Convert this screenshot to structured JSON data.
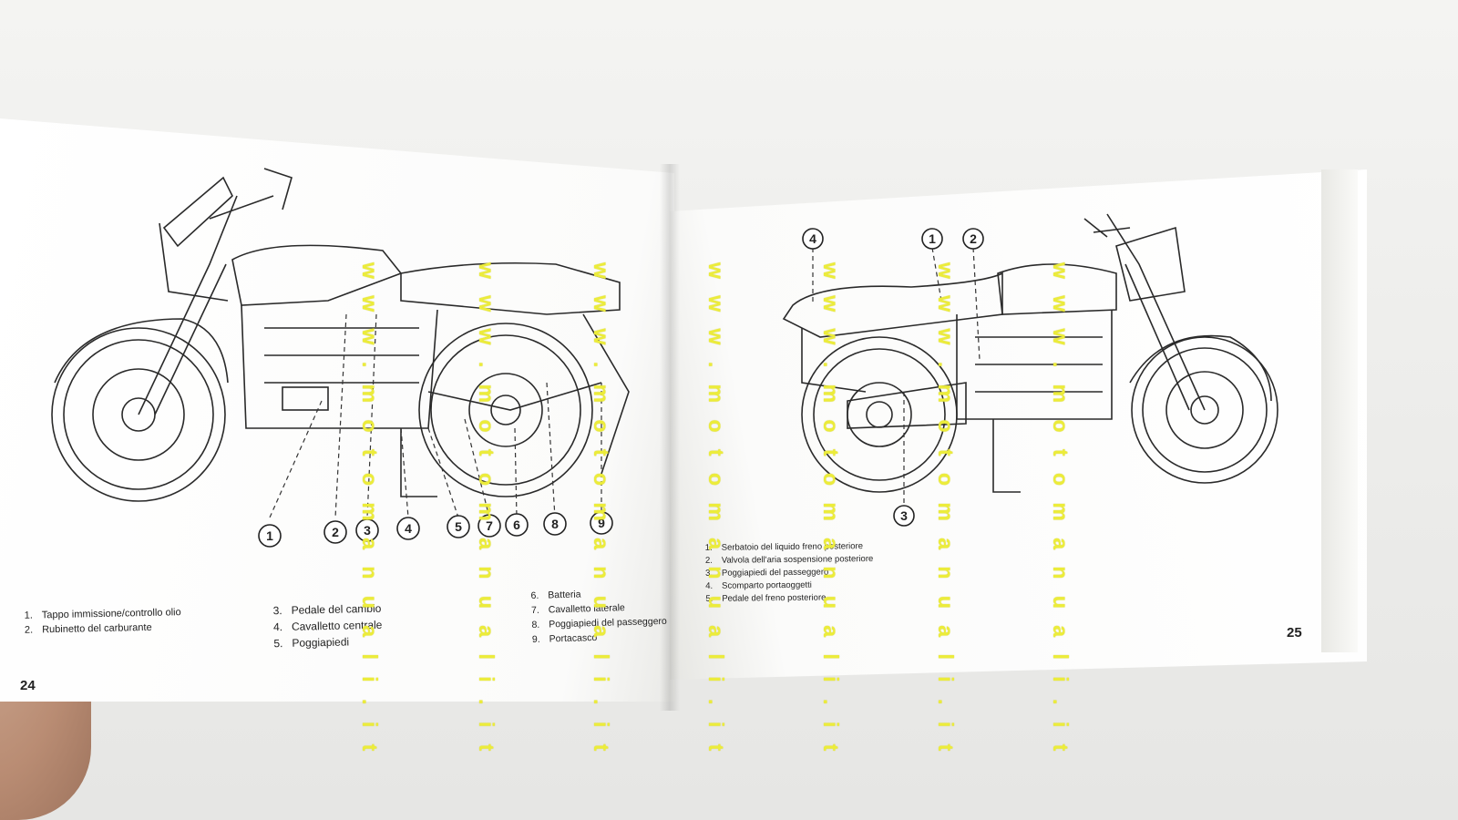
{
  "left_page": {
    "page_number": "24",
    "callout_numbers": [
      "1",
      "2",
      "3",
      "4",
      "5",
      "7",
      "6",
      "8",
      "9"
    ],
    "legend": [
      {
        "num": "1.",
        "text": "Tappo immissione/controllo olio"
      },
      {
        "num": "2.",
        "text": "Rubinetto del carburante"
      },
      {
        "num": "3.",
        "text": "Pedale del cambio"
      },
      {
        "num": "4.",
        "text": "Cavalletto centrale"
      },
      {
        "num": "5.",
        "text": "Poggiapiedi"
      },
      {
        "num": "6.",
        "text": "Batteria"
      },
      {
        "num": "7.",
        "text": "Cavalletto laterale"
      },
      {
        "num": "8.",
        "text": "Poggiapiedi del passeggero"
      },
      {
        "num": "9.",
        "text": "Portacasco"
      }
    ]
  },
  "right_page": {
    "page_number": "25",
    "callout_numbers": [
      "4",
      "1",
      "2",
      "3"
    ],
    "legend": [
      {
        "num": "1.",
        "text": "Serbatoio del liquido freno posteriore"
      },
      {
        "num": "2.",
        "text": "Valvola dell'aria sospensione posteriore"
      },
      {
        "num": "3.",
        "text": "Poggiapiedi del passeggero"
      },
      {
        "num": "4.",
        "text": "Scomparto portaoggetti"
      },
      {
        "num": "5.",
        "text": "Pedale del freno posteriore"
      }
    ]
  },
  "watermark": "w w w . m o t o m a n u a l i . i t",
  "colors": {
    "ink": "#222222",
    "watermark": "#ecec3a",
    "paper": "#ffffff"
  }
}
